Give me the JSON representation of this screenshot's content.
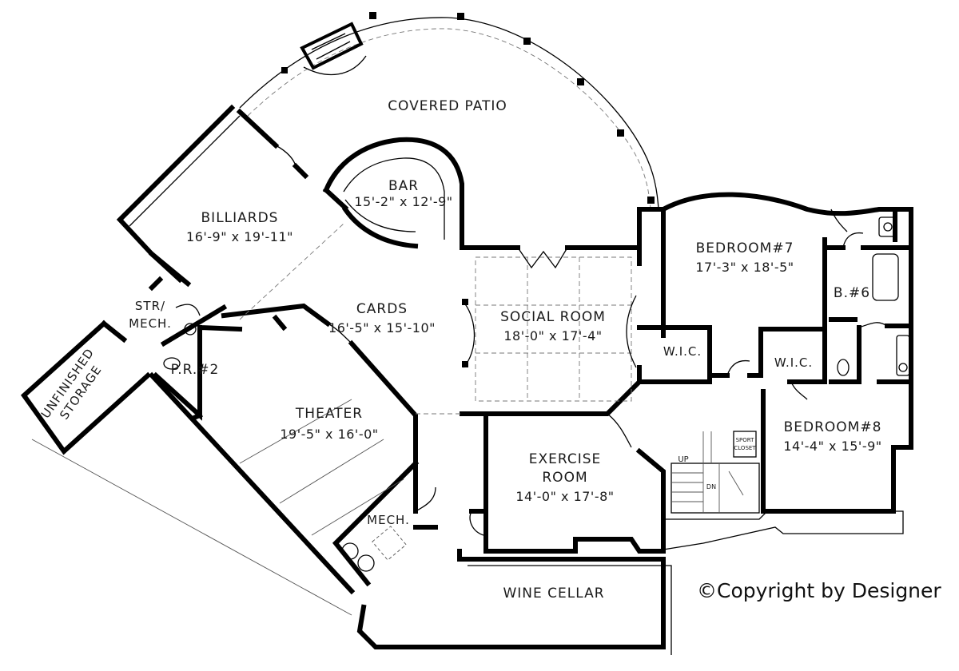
{
  "rooms": {
    "covered_patio": {
      "name": "COVERED PATIO"
    },
    "bar": {
      "name": "BAR",
      "dims": "15'-2\" x 12'-9\""
    },
    "billiards": {
      "name": "BILLIARDS",
      "dims": "16'-9\" x 19'-11\""
    },
    "cards": {
      "name": "CARDS",
      "dims": "16'-5\" x 15'-10\""
    },
    "social_room": {
      "name": "SOCIAL ROOM",
      "dims": "18'-0\" x 17'-4\""
    },
    "bedroom7": {
      "name": "BEDROOM#7",
      "dims": "17'-3\" x 18'-5\""
    },
    "bath6": {
      "name": "B.#6"
    },
    "wic_left": {
      "name": "W.I.C."
    },
    "wic_right": {
      "name": "W.I.C."
    },
    "str_mech": {
      "line1": "STR/",
      "line2": "MECH."
    },
    "powder": {
      "name": "P.R.#2"
    },
    "storage": {
      "line1": "UNFINISHED",
      "line2": "STORAGE"
    },
    "theater": {
      "name": "THEATER",
      "dims": "19'-5\" x 16'-0\""
    },
    "exercise": {
      "line1": "EXERCISE",
      "line2": "ROOM",
      "dims": "14'-0\" x 17'-8\""
    },
    "bedroom8": {
      "name": "BEDROOM#8",
      "dims": "14'-4\" x 15'-9\""
    },
    "mech": {
      "name": "MECH."
    },
    "wine_cellar": {
      "name": "WINE CELLAR"
    },
    "sport_closet": {
      "line1": "SPORT",
      "line2": "CLOSET"
    }
  },
  "stairs": {
    "up_label": "UP",
    "dn_label": "DN"
  },
  "copyright": "©Copyright by Designer"
}
